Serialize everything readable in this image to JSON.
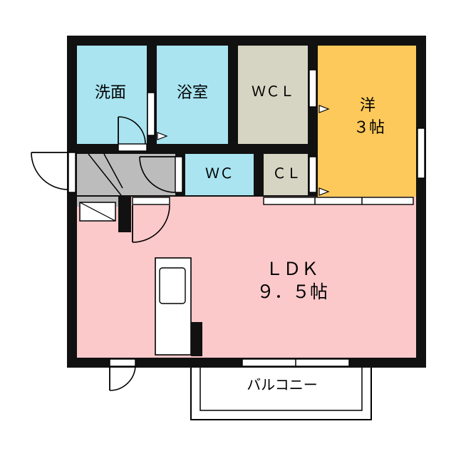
{
  "floor_plan": {
    "rooms": {
      "washroom": {
        "label": "洗面",
        "color": "#a9e4f0"
      },
      "bathroom": {
        "label": "浴室",
        "color": "#a9e4f0"
      },
      "walk_in_closet": {
        "label": "ＷＣＬ",
        "color": "#d6d4c2"
      },
      "western_room": {
        "label_line1": "洋",
        "label_line2": "３帖",
        "color": "#fdc95a"
      },
      "toilet": {
        "label": "ＷＣ",
        "color": "#a9e4f0"
      },
      "closet": {
        "label": "ＣＬ",
        "color": "#d6d4c2"
      },
      "ldk": {
        "label_line1": "ＬＤＫ",
        "label_line2": "９．５帖",
        "color": "#fcc9cb"
      },
      "entrance": {
        "color": "#bcbcbc"
      }
    },
    "balcony": {
      "label": "バルコニー"
    }
  }
}
